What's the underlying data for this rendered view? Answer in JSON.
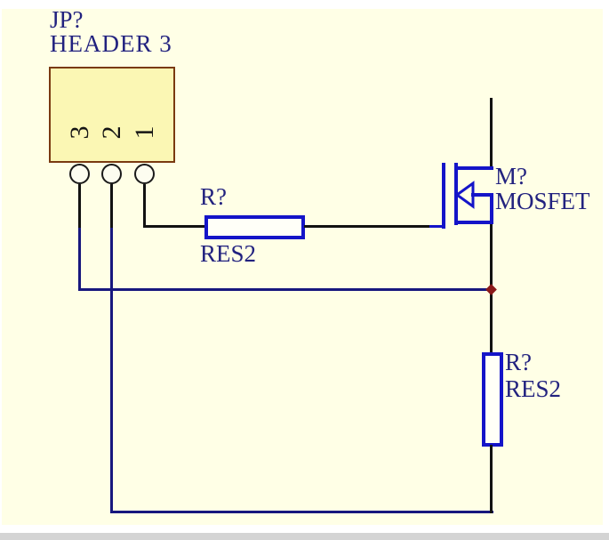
{
  "sheet": {
    "kind": "circuit-schematic"
  },
  "colors": {
    "paper": "#ffffe6",
    "page-margin": "#ffffff",
    "taskbar": "#d4d4d4",
    "part-fill": "#fbf7b4",
    "part-border": "#7a3a10",
    "part-blue": "#1414c8",
    "wire": "#17177e",
    "pin-black": "#121212",
    "text": "#22227f",
    "junction": "#8b1a1a"
  },
  "components": {
    "header": {
      "designator": "JP?",
      "part_type": "HEADER 3",
      "pins": [
        {
          "number": "3"
        },
        {
          "number": "2"
        },
        {
          "number": "1"
        }
      ]
    },
    "resistor_gate": {
      "designator": "R?",
      "part_type": "RES2"
    },
    "mosfet": {
      "designator": "M?",
      "part_type": "MOSFET"
    },
    "resistor_load": {
      "designator": "R?",
      "part_type": "RES2"
    }
  }
}
